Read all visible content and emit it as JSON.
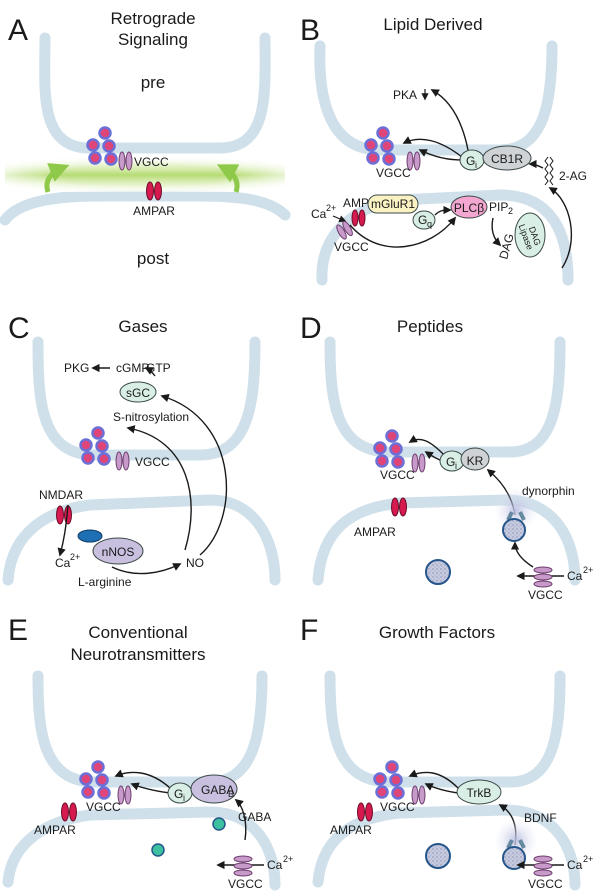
{
  "panels": {
    "A": {
      "letter": "A",
      "title_line1": "Retrograde",
      "title_line2": "Signaling",
      "pre": "pre",
      "post": "post",
      "vgcc": "VGCC",
      "ampar": "AMPAR"
    },
    "B": {
      "letter": "B",
      "title": "Lipid Derived",
      "pka": "PKA",
      "vgcc_pre": "VGCC",
      "gi": "G",
      "gi_sub": "i",
      "cb1r": "CB1R",
      "two_ag": "2-AG",
      "ampar": "AMPAR",
      "mglur1": "mGluR1",
      "gq": "G",
      "gq_sub": "q",
      "plcb": "PLCβ",
      "pip2": "PIP",
      "pip2_sub": "2",
      "dag": "DAG",
      "dag_lipase_1": "DAG",
      "dag_lipase_2": "Lipase",
      "ca": "Ca",
      "ca_sup": "2+",
      "vgcc_post": "VGCC"
    },
    "C": {
      "letter": "C",
      "title": "Gases",
      "pkg": "PKG",
      "cgmp": "cGMP",
      "gtp": "GTP",
      "sgc": "sGC",
      "snitro": "S-nitrosylation",
      "vgcc": "VGCC",
      "nmdar": "NMDAR",
      "nnos": "nNOS",
      "no": "NO",
      "ca": "Ca",
      "ca_sup": "2+",
      "larg": "L-arginine"
    },
    "D": {
      "letter": "D",
      "title": "Peptides",
      "vgcc_pre": "VGCC",
      "gi": "G",
      "gi_sub": "i",
      "kr": "ΚR",
      "ampar": "AMPAR",
      "dynorphin": "dynorphin",
      "ca": "Ca",
      "ca_sup": "2+",
      "vgcc_post": "VGCC"
    },
    "E": {
      "letter": "E",
      "title_line1": "Conventional",
      "title_line2": "Neurotransmitters",
      "vgcc_pre": "VGCC",
      "gi": "G",
      "gi_sub": "i",
      "gabab": "GABA",
      "gabab_sub": "B",
      "gaba": "GABA",
      "ampar": "AMPAR",
      "ca": "Ca",
      "ca_sup": "2+",
      "vgcc_post": "VGCC"
    },
    "F": {
      "letter": "F",
      "title": "Growth Factors",
      "vgcc_pre": "VGCC",
      "trkb": "TrkB",
      "bdnf": "BDNF",
      "ampar": "AMPAR",
      "ca": "Ca",
      "ca_sup": "2+",
      "vgcc_post": "VGCC"
    }
  },
  "colors": {
    "membrane": "#cfe0ea",
    "vesicle_fill": "#e0457a",
    "vesicle_ring": "#6b6fd6",
    "vgcc": "#c79ac9",
    "ampar": "#d6194f",
    "gprotein": "#d9efe6",
    "receptor": "#cfd3d6",
    "mglur1": "#fbf2c4",
    "plcb": "#f3a6cf",
    "nnos": "#c9c0e0",
    "nos_cap": "#1f6fb5",
    "green_glow": "#b8dc6a"
  }
}
